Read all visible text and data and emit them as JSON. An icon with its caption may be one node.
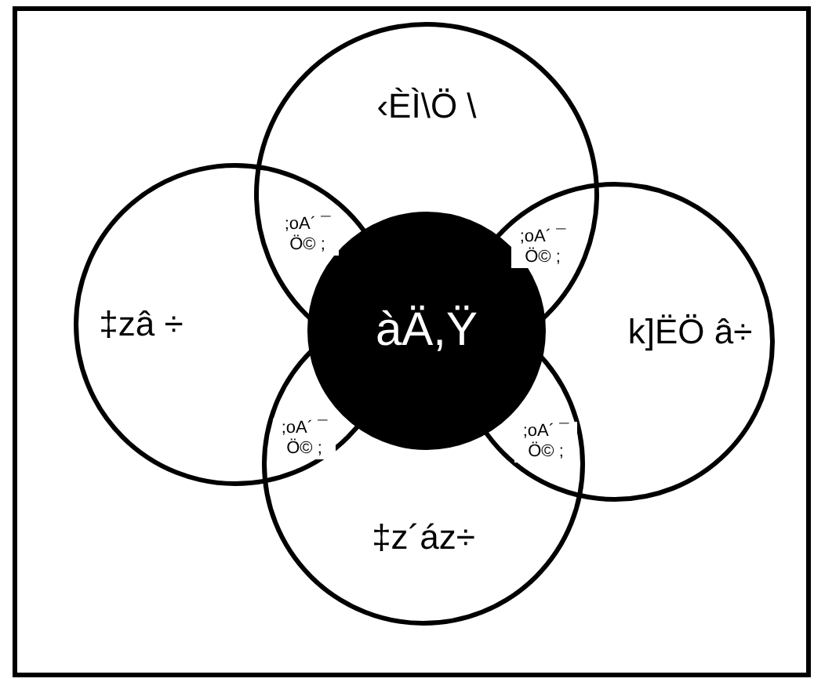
{
  "diagram": {
    "nodes": [
      {
        "text": [
          "‹ÈÌ\\Ö̈ \\"
        ]
      },
      {
        "text": [
          "‡zâ ÷"
        ]
      },
      {
        "text": [
          "àÄ,Ÿ"
        ]
      },
      {
        "text": [
          "k]ËÖ̈ â÷"
        ]
      },
      {
        "text": [
          "‡z´áz÷"
        ]
      }
    ],
    "labels": [
      ";oA´ ¯ Ö© ;",
      ";oA´ ¯ Ö© ;",
      ";oA´ ¯ Ö© ;",
      ";oA´ ¯ Ö© ;"
    ]
  }
}
